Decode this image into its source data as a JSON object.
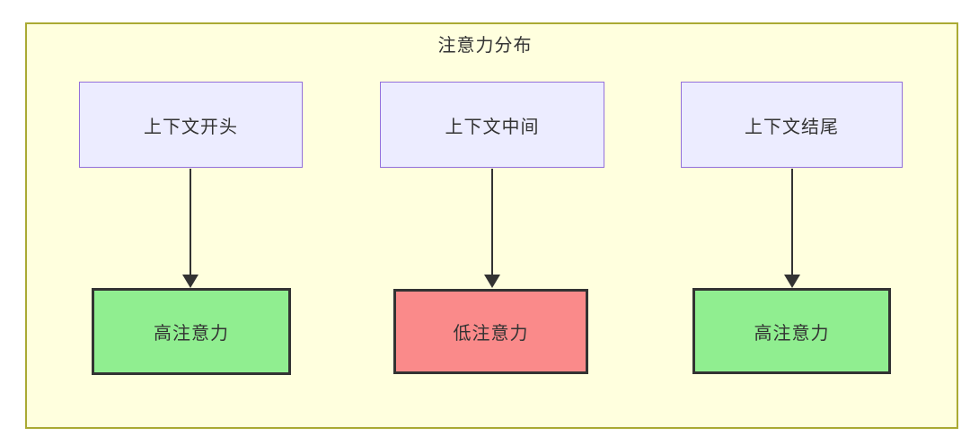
{
  "diagram": {
    "title": "注意力分布",
    "nodes": {
      "top": [
        "上下文开头",
        "上下文中间",
        "上下文结尾"
      ],
      "bottom": [
        "高注意力",
        "低注意力",
        "高注意力"
      ]
    },
    "edges": [
      {
        "from": "上下文开头",
        "to": "高注意力"
      },
      {
        "from": "上下文中间",
        "to": "低注意力"
      },
      {
        "from": "上下文结尾",
        "to": "高注意力"
      }
    ],
    "colors": {
      "container_fill": "#ffffde",
      "container_border": "#aaaa33",
      "node_fill": "#ececff",
      "node_border": "#9370db",
      "high_fill": "#90ee90",
      "low_fill": "#fa8a8a",
      "emph_border": "#333333",
      "arrow": "#333333",
      "text": "#333333"
    }
  }
}
